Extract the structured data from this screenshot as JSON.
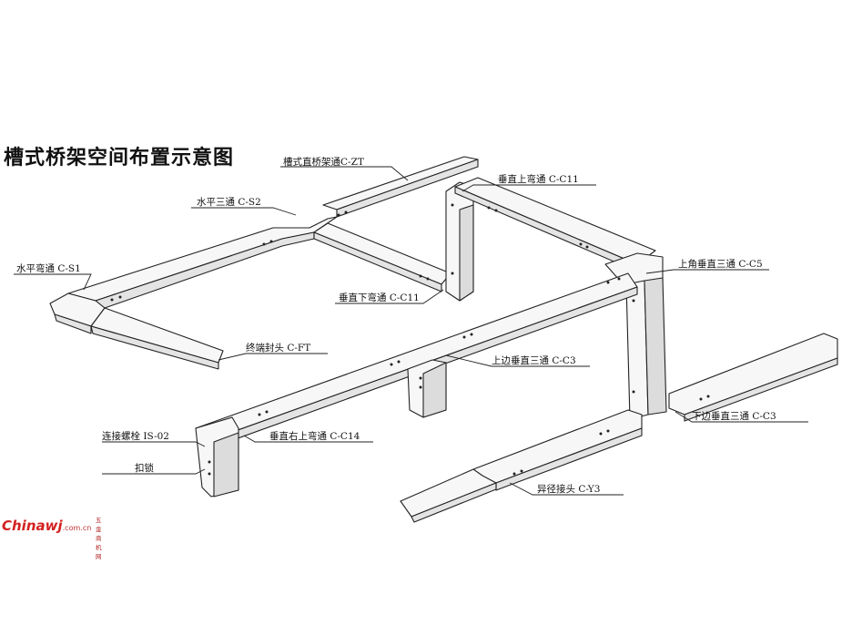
{
  "title": "槽式桥架空间布置示意图",
  "labels": {
    "c_zt": "槽式直桥架通C-ZT",
    "c_s2": "水平三通  C-S2",
    "c_s1": "水平弯通  C-S1",
    "c_c11_up": "垂直上弯通  C-C11",
    "c_c11_down": "垂直下弯通  C-C11",
    "c_c5": "上角垂直三通  C-C5",
    "c_ft": "终端封头  C-FT",
    "c_c3_up": "上边垂直三通  C-C3",
    "is_02": "连接螺栓  IS-02",
    "c_c14": "垂直右上弯通  C-C14",
    "clip": "扣锁",
    "c_c3_down": "下边垂直三通  C-C3",
    "c_y3": "异径接头  C-Y3"
  },
  "logo": {
    "main": "Chinawj",
    "tail": ".com.cn",
    "sub": "五金商机网"
  },
  "colors": {
    "line": "#222222",
    "fill": "#f7f7f7",
    "dark": "#dcdcdc",
    "logo": "#d42020"
  }
}
